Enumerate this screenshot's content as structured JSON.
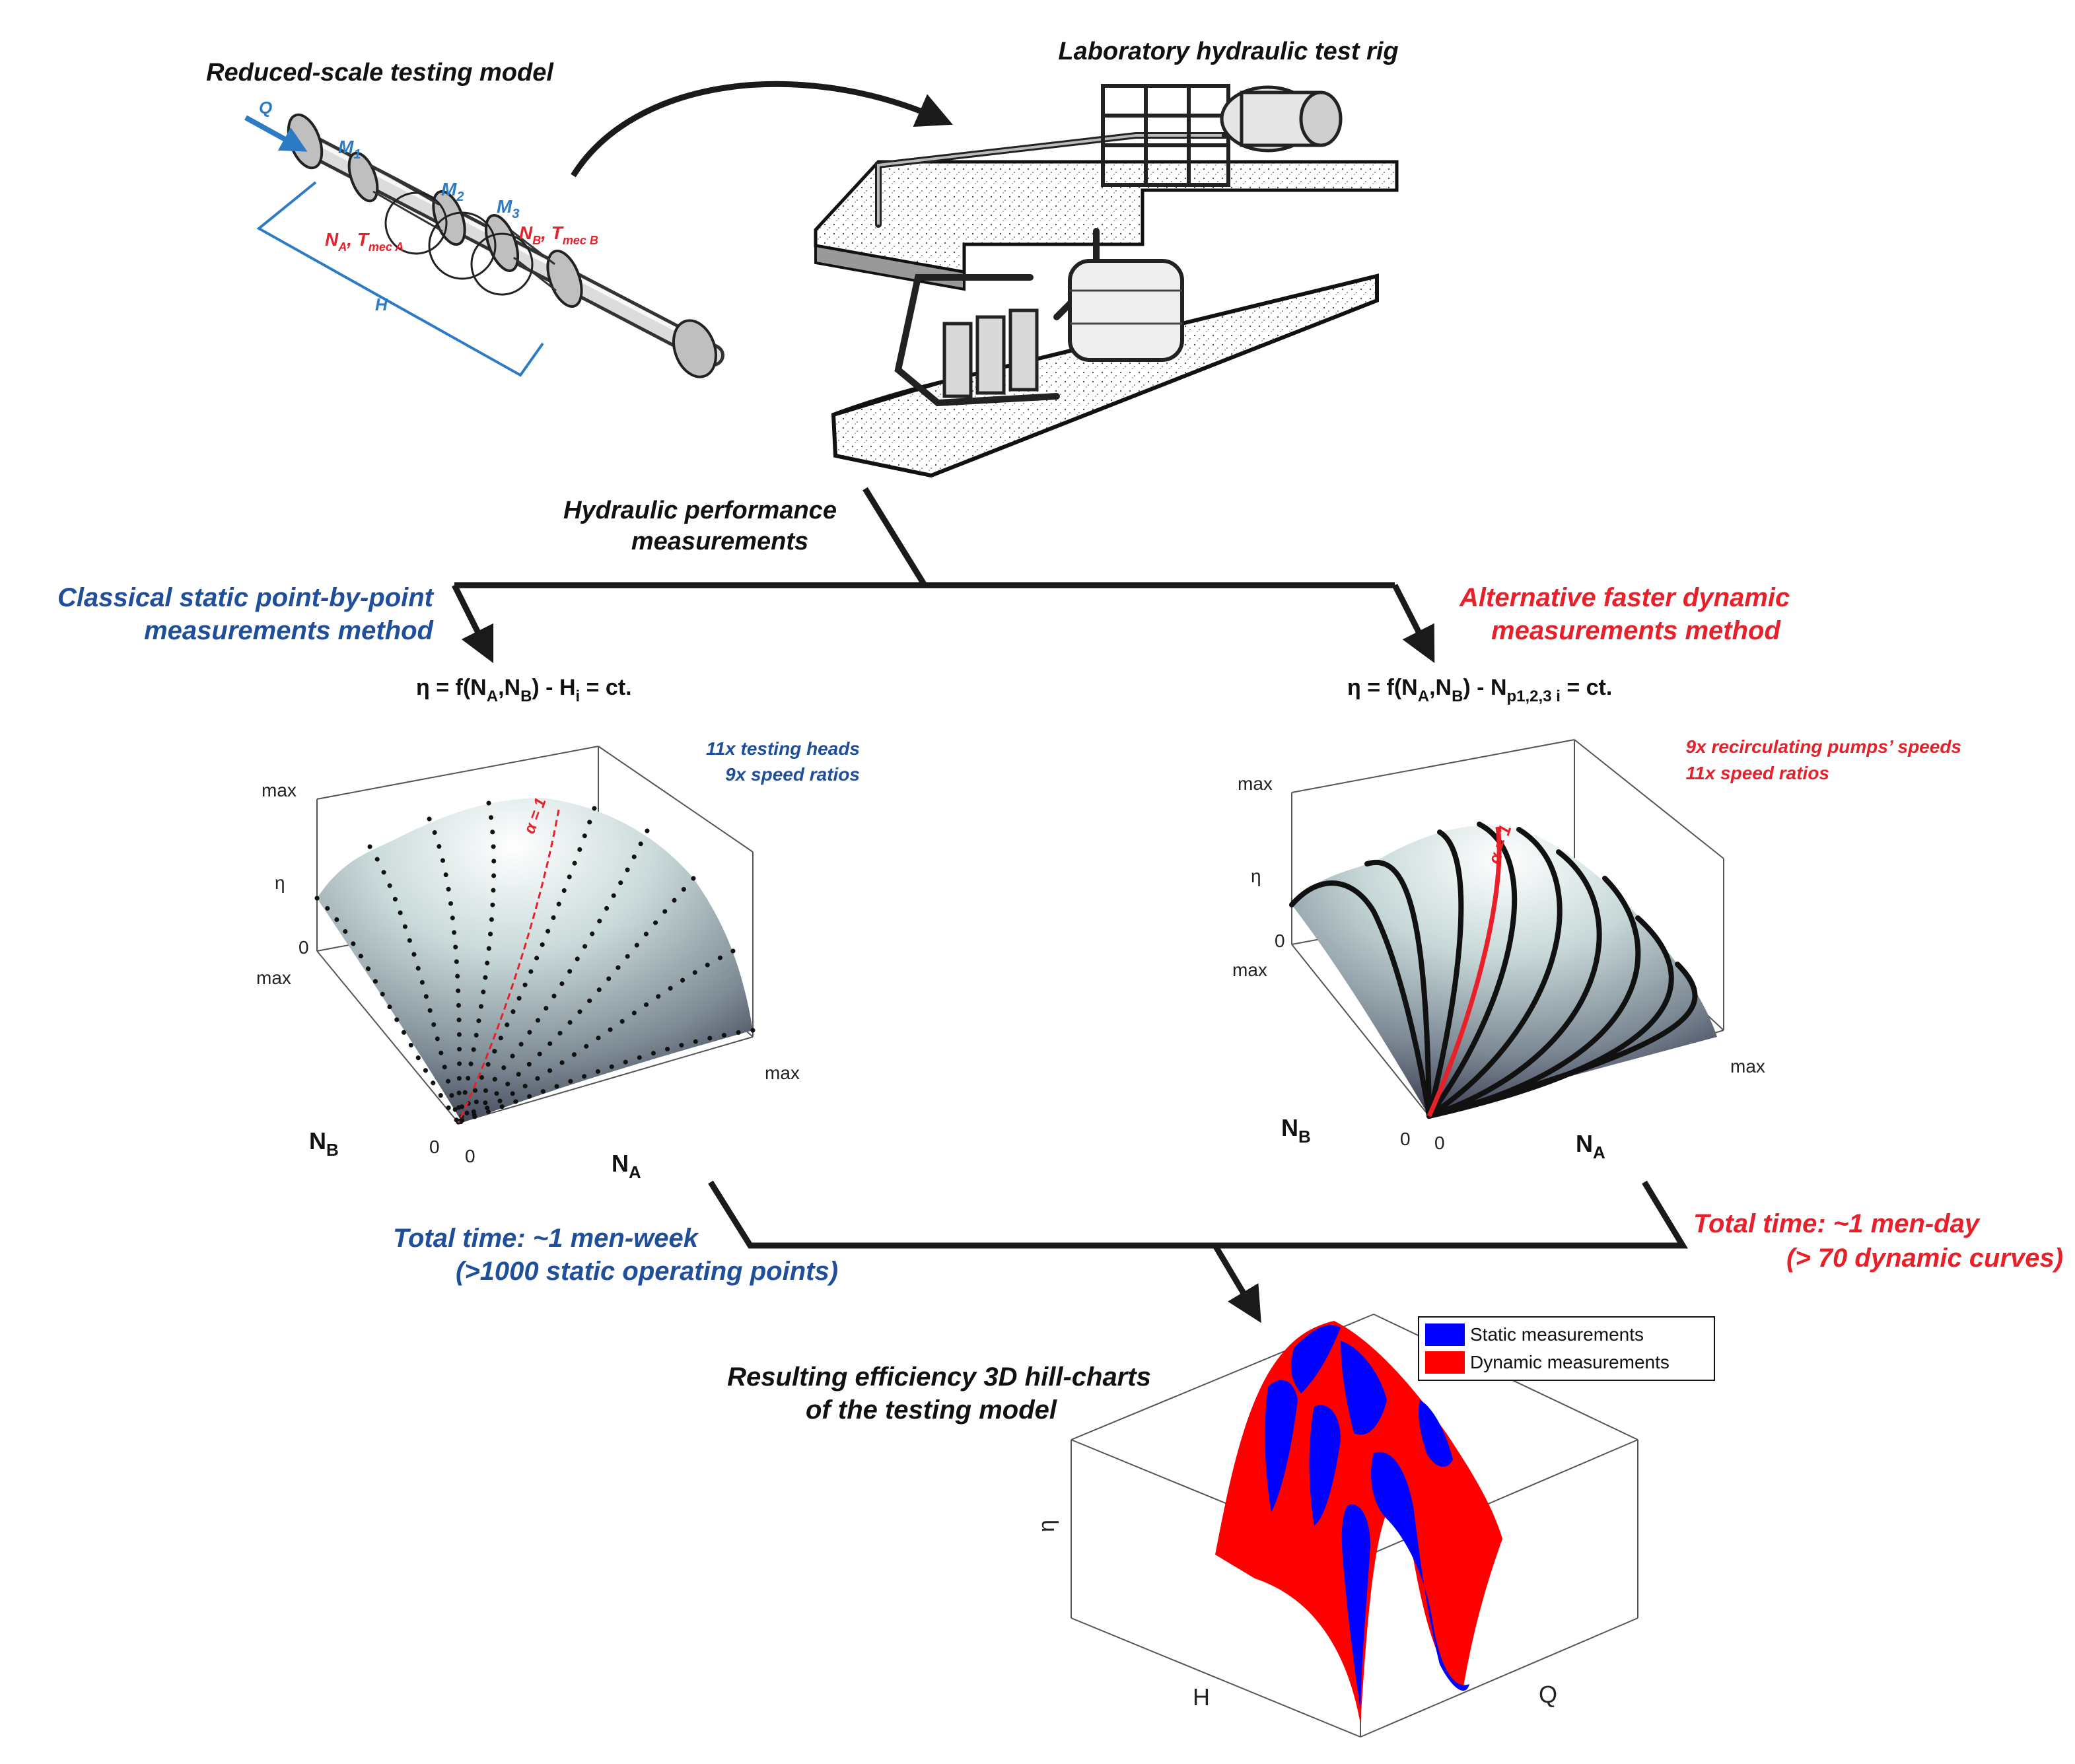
{
  "top": {
    "model_label": "Reduced-scale testing model",
    "rig_label": "Laboratory hydraulic test rig",
    "model_annotations": {
      "q": "Q",
      "m1": "M",
      "m1_sub": "1",
      "m2": "M",
      "m2_sub": "2",
      "m3": "M",
      "m3_sub": "3",
      "h": "H",
      "na": "N",
      "na_sub": "A",
      "na_sep": ", ",
      "tmeca": "T",
      "tmeca_sub": "mec A",
      "nb": "N",
      "nb_sub": "B",
      "nb_sep": ", ",
      "tmecb": "T",
      "tmecb_sub": "mec B"
    },
    "perf_line1": "Hydraulic performance",
    "perf_line2": "measurements"
  },
  "left": {
    "title_line1": "Classical static point-by-point",
    "title_line2": "measurements method",
    "eq_main": "η = f(N",
    "eq_a": "A",
    "eq_mid": ",N",
    "eq_b": "B",
    "eq_tail1": ") - H",
    "eq_sub_i": "i",
    "eq_tail2": " = ct.",
    "note_line1": "11x testing heads",
    "note_line2": "9x speed ratios",
    "alpha": "α = 1",
    "axis_eta": "η",
    "tick_max_top": "max",
    "tick_zero_eta": "0",
    "tick_max_nb": "max",
    "tick_zero_nb": "0",
    "tick_zero_na": "0",
    "tick_max_na": "max",
    "axis_nb": "N",
    "axis_nb_sub": "B",
    "axis_na": "N",
    "axis_na_sub": "A",
    "time_line1": "Total time: ~1 men-week",
    "time_line2": "(>1000 static operating points)"
  },
  "right": {
    "title_line1": "Alternative faster dynamic",
    "title_line2": "measurements method",
    "eq_main": "η = f(N",
    "eq_a": "A",
    "eq_mid": ",N",
    "eq_b": "B",
    "eq_tail1": ") - N",
    "eq_sub": "p1,2,3 i",
    "eq_tail2": " = ct.",
    "note_line1": "9x recirculating pumps’ speeds",
    "note_line2": "11x speed ratios",
    "alpha": "α = 1",
    "axis_eta": "η",
    "tick_max_top": "max",
    "tick_zero_eta": "0",
    "tick_max_nb": "max",
    "tick_zero_nb": "0",
    "tick_zero_na": "0",
    "tick_max_na": "max",
    "axis_nb": "N",
    "axis_nb_sub": "B",
    "axis_na": "N",
    "axis_na_sub": "A",
    "time_line1": "Total time: ~1 men-day",
    "time_line2": "(> 70 dynamic curves)"
  },
  "bottom": {
    "result_line1": "Resulting efficiency 3D hill-charts",
    "result_line2": "of the testing model",
    "legend_static": "Static measurements",
    "legend_dynamic": "Dynamic measurements",
    "axis_eta": "η",
    "axis_h": "H",
    "axis_q": "Q"
  },
  "colors": {
    "blue_text": "#1f4e9a",
    "red_text": "#e8202a",
    "static_blue": "#0000ff",
    "dynamic_red": "#ff0000",
    "arrow": "#1a1a1a",
    "model_blue": "#2c7bc4"
  }
}
